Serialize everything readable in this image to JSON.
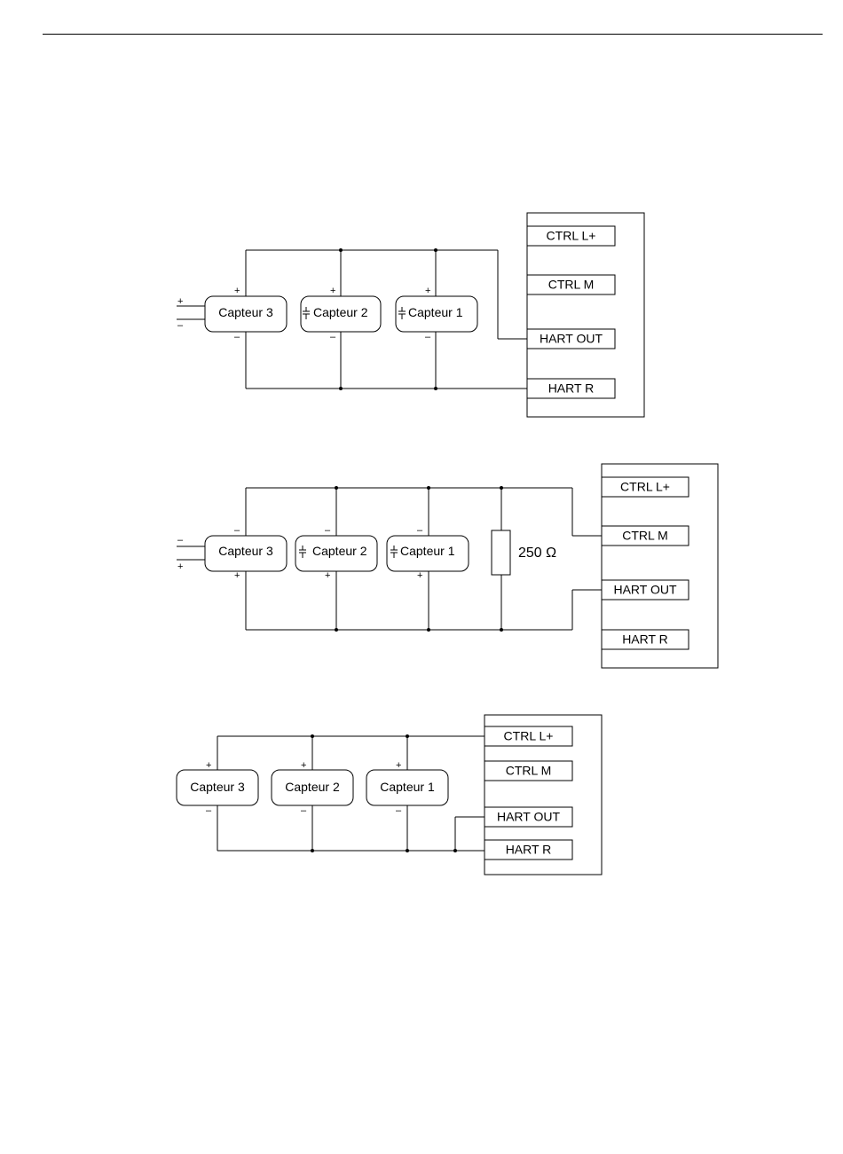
{
  "sensors": {
    "c1": "Capteur 1",
    "c2": "Capteur 2",
    "c3": "Capteur 3"
  },
  "terminals": {
    "ctrl_l": "CTRL L+",
    "ctrl_m": "CTRL M",
    "hart_out": "HART OUT",
    "hart_r": "HART R"
  },
  "polarity": {
    "plus": "+",
    "minus": "–"
  },
  "resistor": {
    "label": "250 Ω"
  }
}
